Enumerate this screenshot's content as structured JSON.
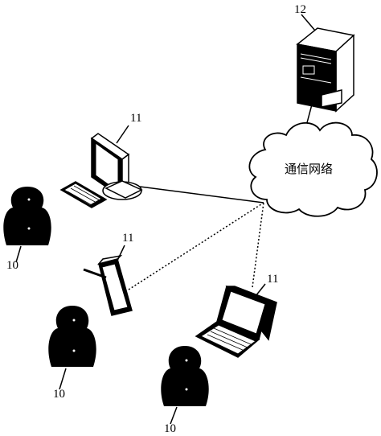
{
  "labels": {
    "server": "12",
    "network": "通信网络",
    "terminal_desktop": "11",
    "terminal_tablet": "11",
    "terminal_laptop": "11",
    "user_1": "10",
    "user_2": "10",
    "user_3": "10"
  },
  "icons": {
    "server": "server-icon",
    "network": "cloud-icon",
    "desktop": "desktop-computer-icon",
    "tablet": "tablet-icon",
    "laptop": "laptop-icon",
    "user": "user-silhouette-icon"
  },
  "connections": [
    {
      "from": "desktop",
      "to": "network",
      "style": "solid"
    },
    {
      "from": "tablet",
      "to": "network",
      "style": "dotted"
    },
    {
      "from": "laptop",
      "to": "network",
      "style": "dotted"
    },
    {
      "from": "server",
      "to": "network",
      "style": "solid"
    }
  ],
  "colors": {
    "stroke": "#000000",
    "fill": "#ffffff"
  }
}
